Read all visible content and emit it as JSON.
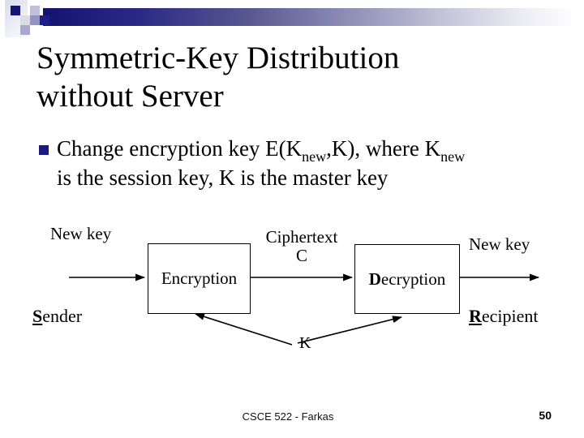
{
  "slide": {
    "title_line1": "Symmetric-Key Distribution",
    "title_line2": "without Server",
    "bullet": {
      "seg1": "Change encryption key E(K",
      "sub1": "new",
      "seg2": ",K), where K",
      "sub2": "new",
      "line2": "is the session key, K is the master key"
    },
    "diagram": {
      "new_key_left": "New key",
      "ciphertext_line1": "Ciphertext",
      "ciphertext_line2": "C",
      "encryption_box": "Encryption",
      "decryption_box": "Decryption",
      "new_key_right": "New key",
      "sender_initial": "S",
      "sender_rest": "ender",
      "recipient_initial": "R",
      "recipient_rest": "ecipient",
      "master_key": "K"
    },
    "footer": {
      "course": "CSCE 522 - Farkas",
      "page_number": "50"
    },
    "colors": {
      "accent_navy": "#14146e",
      "bullet_navy": "#1a1a80",
      "text": "#000000"
    }
  }
}
